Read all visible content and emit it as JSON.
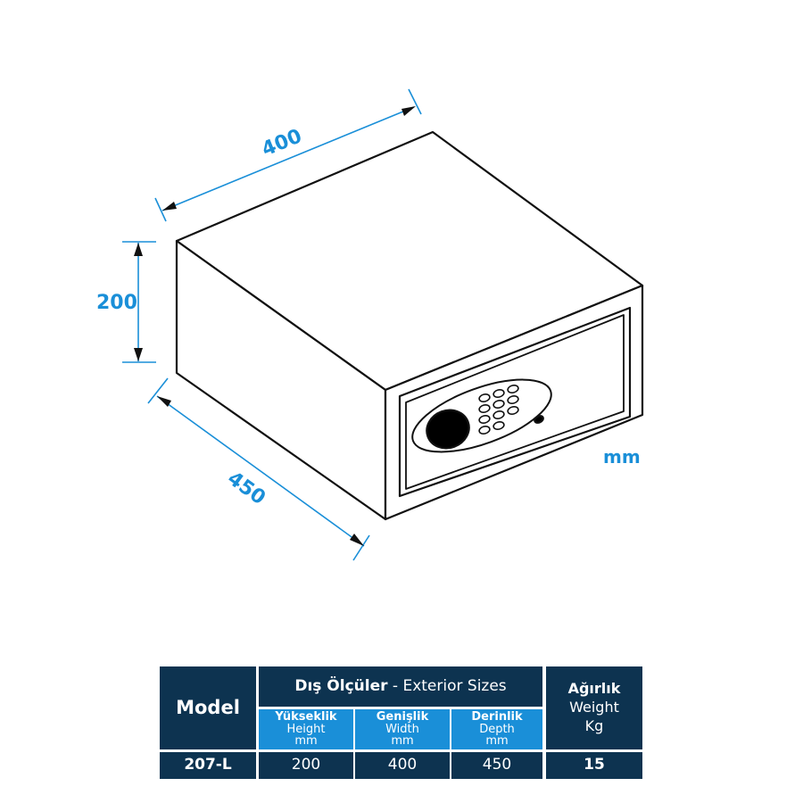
{
  "dimensions": {
    "width": "400",
    "height": "200",
    "depth": "450",
    "unit": "mm"
  },
  "colors": {
    "accent": "#1a8fd8",
    "table_dark": "#0d3350",
    "line": "#111111"
  },
  "table": {
    "model_header": "Model",
    "exterior_header_tr": "Dış Ölçüler",
    "exterior_header_sep": " - ",
    "exterior_header_en": "Exterior Sizes",
    "columns": [
      {
        "tr": "Yükseklik",
        "en": "Height",
        "unit": "mm"
      },
      {
        "tr": "Genişlik",
        "en": "Width",
        "unit": "mm"
      },
      {
        "tr": "Derinlik",
        "en": "Depth",
        "unit": "mm"
      }
    ],
    "weight_header": {
      "tr": "Ağırlık",
      "en": "Weight",
      "unit": "Kg"
    },
    "row": {
      "model": "207-L",
      "height": "200",
      "width": "400",
      "depth": "450",
      "weight": "15"
    }
  }
}
